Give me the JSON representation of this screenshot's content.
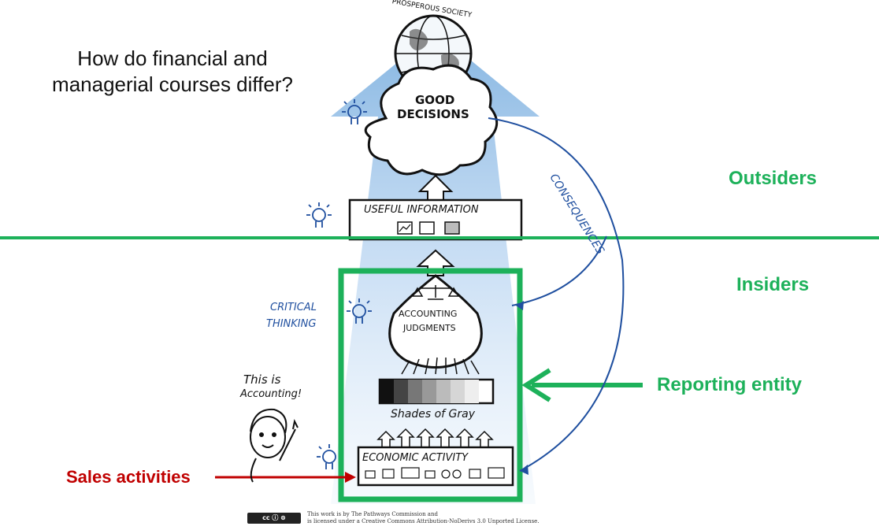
{
  "question": {
    "line1": "How do financial and",
    "line2": "managerial courses differ?"
  },
  "labels": {
    "outsiders": "Outsiders",
    "insiders": "Insiders",
    "reporting_entity": "Reporting entity",
    "sales_activities": "Sales activities"
  },
  "sketch": {
    "prosperous_society": "PROSPEROUS SOCIETY",
    "good_decisions_1": "GOOD",
    "good_decisions_2": "DECISIONS",
    "consequences": "CONSEQUENCES",
    "useful_information": "USEFUL INFORMATION",
    "critical_1": "CRITICAL",
    "critical_2": "THINKING",
    "accounting_1": "ACCOUNTING",
    "accounting_2": "JUDGMENTS",
    "shades": "Shades of Gray",
    "economic_activity": "ECONOMIC ACTIVITY",
    "this_is_1": "This is",
    "this_is_2": "Accounting!"
  },
  "license": {
    "line1": "This work is by The Pathways Commission and",
    "line2": "is licensed under a Creative Commons Attribution-NoDerivs 3.0 Unported License."
  },
  "colors": {
    "green": "#1db15a",
    "red": "#c00000",
    "blue": "#1f4f9f",
    "light_blue": "#9cc3ea"
  }
}
